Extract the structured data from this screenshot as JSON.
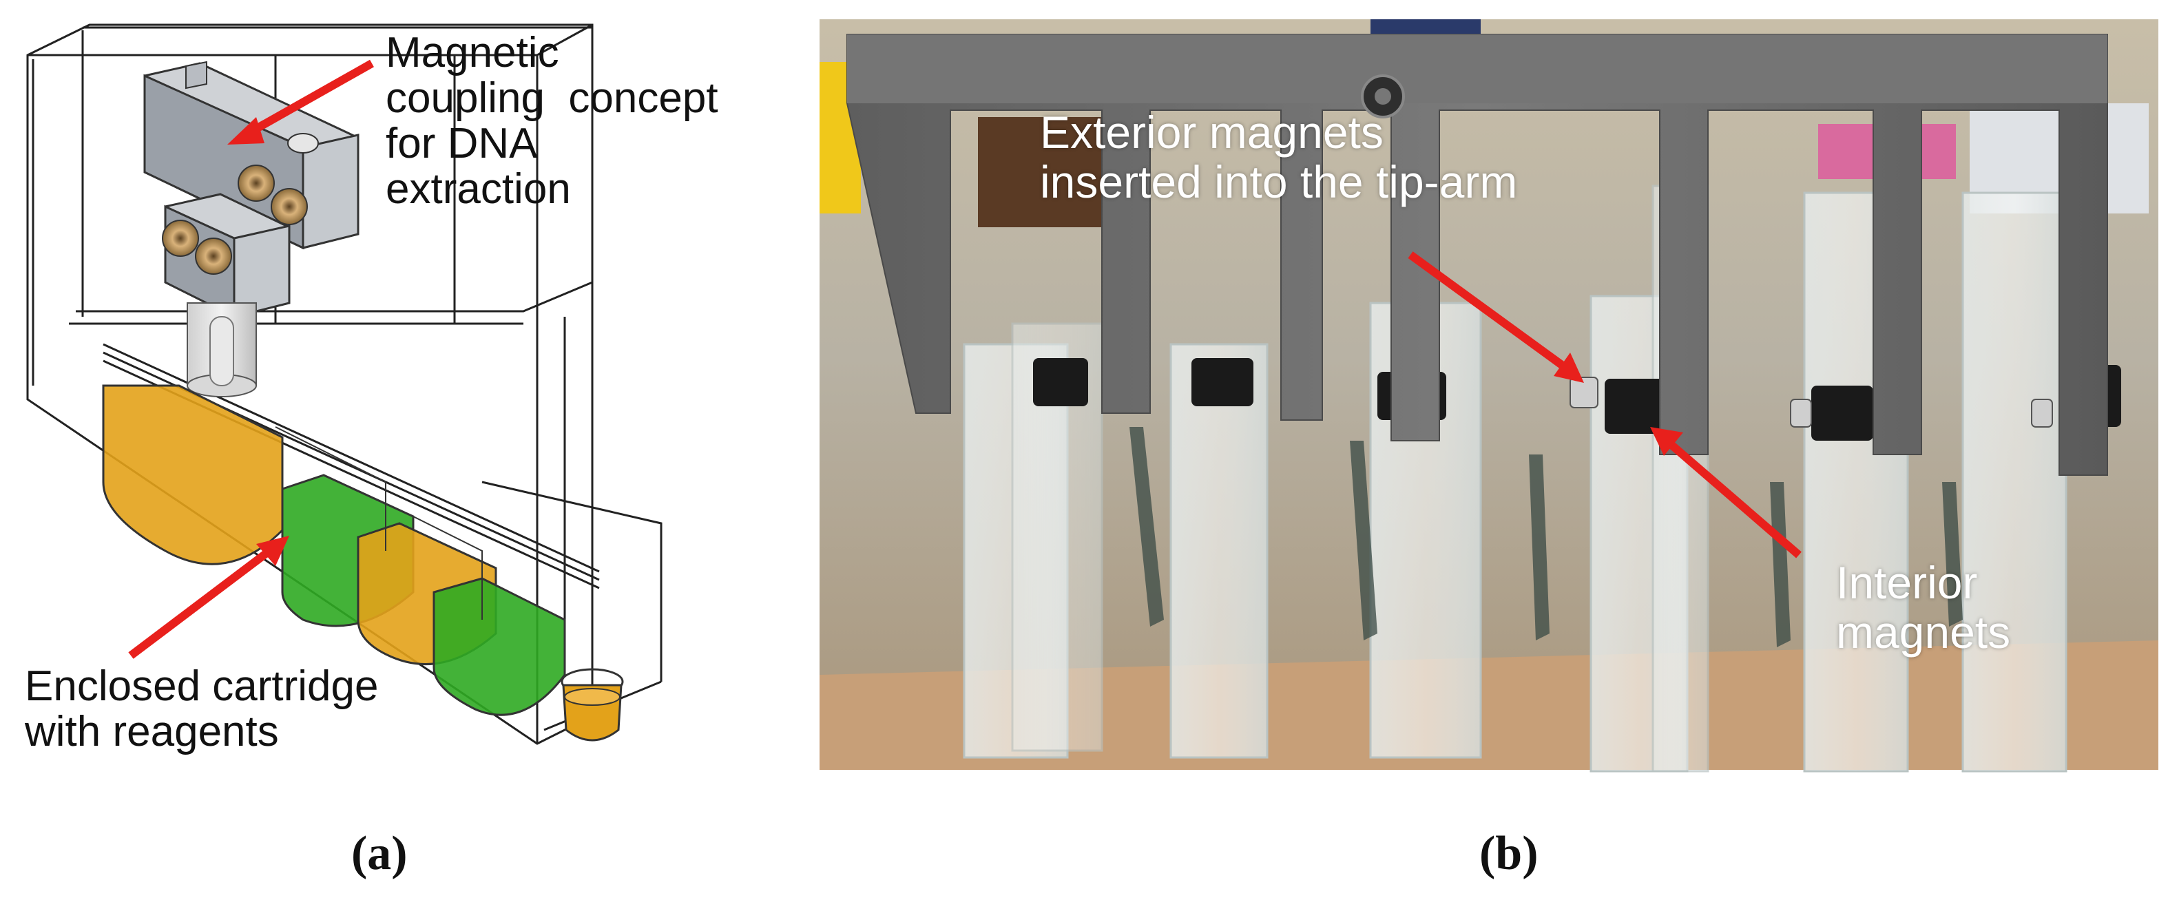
{
  "panel_a": {
    "label_top": "Magnetic\ncoupling  concept\nfor DNA\nextraction",
    "label_bottom": "Enclosed cartridge\nwith reagents",
    "caption": "(a)"
  },
  "panel_b": {
    "label_top": "Exterior magnets\ninserted into the tip-arm",
    "label_right": "Interior\nmagnets",
    "caption": "(b)"
  },
  "colors": {
    "arrow": "#e8201c",
    "reagent_orange": "#e3a21a",
    "reagent_green": "#2faa22",
    "arm_gray": "#6e6e6e",
    "photo_bg": "#b9a98a"
  }
}
